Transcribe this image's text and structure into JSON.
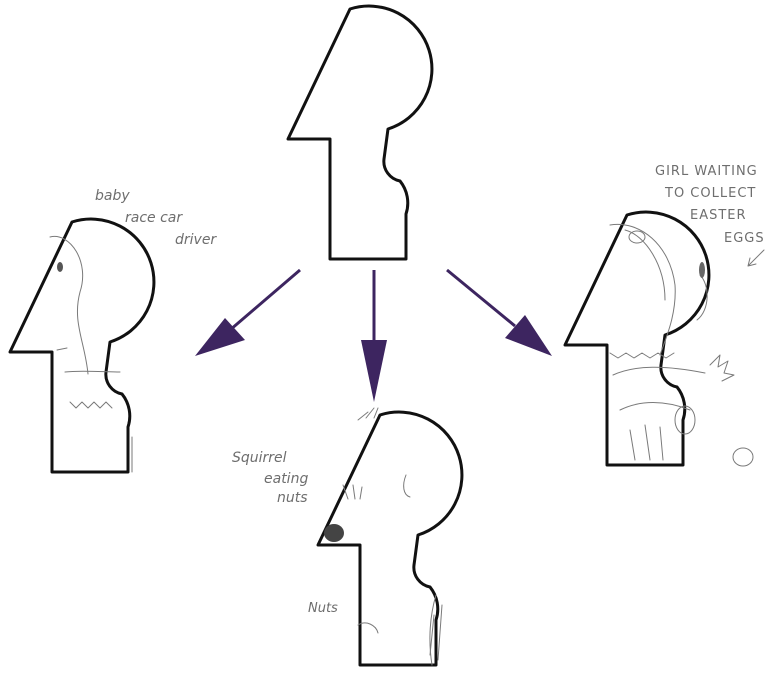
{
  "colors": {
    "arrow": "#3d2560",
    "outline": "#111111",
    "pencil": "#7a7a7a",
    "background": "#ffffff"
  },
  "notes": {
    "left_line1": "baby",
    "left_line2": "race car",
    "left_line3": "driver",
    "bottom_line1": "Squirrel",
    "bottom_line2": "eating",
    "bottom_line3": "nuts",
    "bottom_nuts": "Nuts",
    "right_line1": "GIRL WAITING",
    "right_line2": "TO COLLECT",
    "right_line3": "EASTER",
    "right_line4": "EGGS"
  },
  "icons": [
    "head-profile-template",
    "arrow-down-left",
    "arrow-down",
    "arrow-down-right"
  ]
}
